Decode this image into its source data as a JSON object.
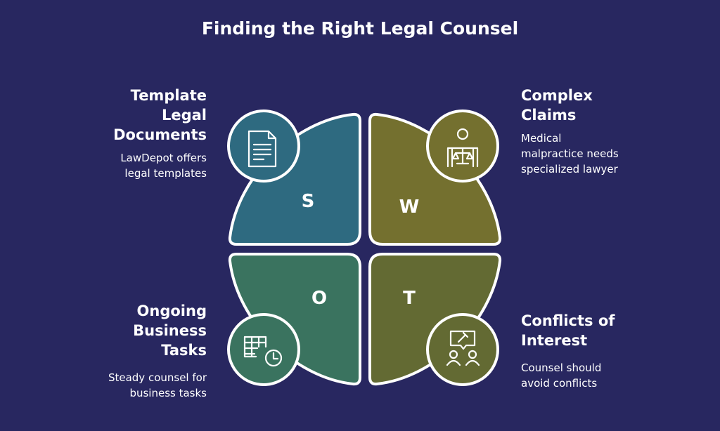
{
  "title": "Finding the Right Legal Counsel",
  "colors": {
    "background": "#282760",
    "strengths": "#2e6a80",
    "weaknesses": "#74702f",
    "opportunities": "#3a735f",
    "threats": "#636a33",
    "outline": "#ffffff"
  },
  "quadrants": [
    {
      "letter": "S",
      "heading": "Template Legal Documents",
      "heading_lines": [
        "Template",
        "Legal",
        "Documents"
      ],
      "body_lines": [
        "LawDepot offers",
        "legal templates"
      ],
      "icon": "document-icon"
    },
    {
      "letter": "W",
      "heading": "Complex Claims",
      "heading_lines": [
        "Complex",
        "Claims"
      ],
      "body_lines": [
        "Medical",
        "malpractice needs",
        "specialized lawyer"
      ],
      "icon": "judge-scales-icon"
    },
    {
      "letter": "O",
      "heading": "Ongoing Business Tasks",
      "heading_lines": [
        "Ongoing",
        "Business",
        "Tasks"
      ],
      "body_lines": [
        "Steady counsel for",
        "business tasks"
      ],
      "icon": "calendar-clock-icon"
    },
    {
      "letter": "T",
      "heading": "Conflicts of Interest",
      "heading_lines": [
        "Conflicts of",
        "Interest"
      ],
      "body_lines": [
        "Counsel should",
        "avoid conflicts"
      ],
      "icon": "gavel-people-icon"
    }
  ]
}
